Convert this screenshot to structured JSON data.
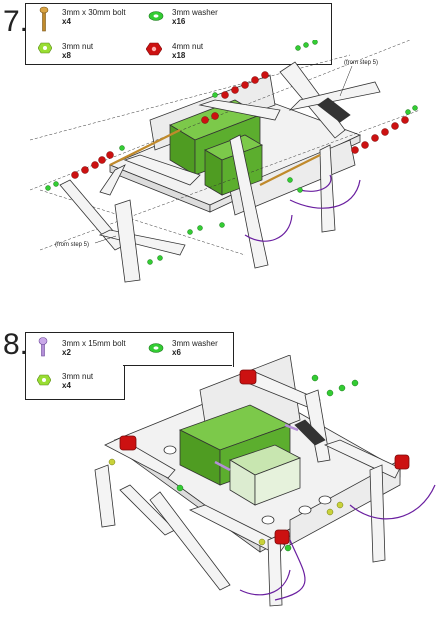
{
  "step7": {
    "number": "7.",
    "parts": [
      {
        "icon": "bolt-30mm-icon",
        "label": "3mm x 30mm bolt",
        "qty": "x4"
      },
      {
        "icon": "washer-icon",
        "label": "3mm washer",
        "qty": "x16"
      },
      {
        "icon": "nut-3mm-icon",
        "label": "3mm nut",
        "qty": "x8"
      },
      {
        "icon": "nut-4mm-icon",
        "label": "4mm nut",
        "qty": "x18"
      }
    ],
    "callouts": [
      "(from step 5)",
      "(from step 5)"
    ]
  },
  "step8": {
    "number": "8.",
    "parts": [
      {
        "icon": "bolt-15mm-icon",
        "label": "3mm x 15mm bolt",
        "qty": "x2"
      },
      {
        "icon": "washer-icon",
        "label": "3mm washer",
        "qty": "x6"
      },
      {
        "icon": "nut-3mm-icon",
        "label": "3mm nut",
        "qty": "x4"
      }
    ]
  },
  "colors": {
    "servo": "#5cae2e",
    "washer": "#33cc33",
    "nut4mm": "#cc1111",
    "bolt30": "#c08a2c",
    "bolt15": "#b48fd8",
    "wire": "#6a1fa0",
    "frame": "#f2f2f2"
  }
}
